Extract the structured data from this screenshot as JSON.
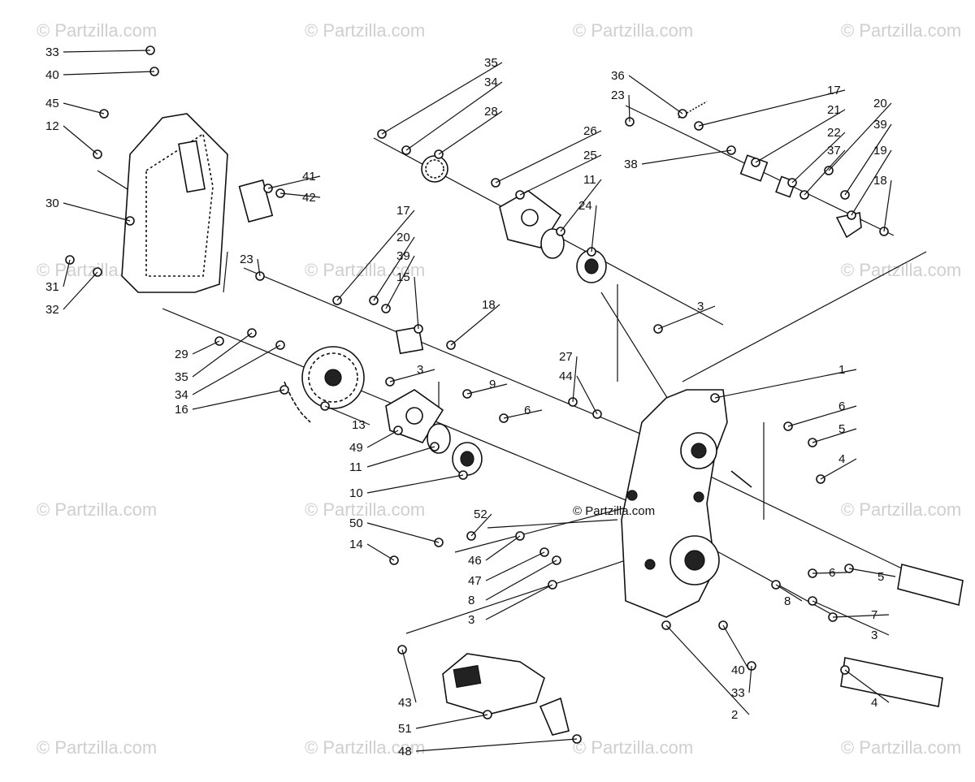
{
  "watermark": "© Partzilla.com",
  "center_watermark": "© Partzilla.com",
  "callouts": [
    "33",
    "40",
    "45",
    "12",
    "30",
    "31",
    "32",
    "41",
    "42",
    "23",
    "29",
    "35",
    "34",
    "16",
    "13",
    "17",
    "20",
    "39",
    "15",
    "18",
    "3",
    "49",
    "11",
    "10",
    "9",
    "6",
    "35",
    "34",
    "28",
    "26",
    "25",
    "11",
    "24",
    "36",
    "23",
    "17",
    "21",
    "22",
    "37",
    "38",
    "20",
    "39",
    "19",
    "18",
    "27",
    "44",
    "1",
    "6",
    "5",
    "4",
    "3",
    "52",
    "50",
    "14",
    "46",
    "47",
    "8",
    "3",
    "5",
    "6",
    "8",
    "7",
    "3",
    "43",
    "51",
    "48",
    "2",
    "40",
    "33",
    "4"
  ]
}
